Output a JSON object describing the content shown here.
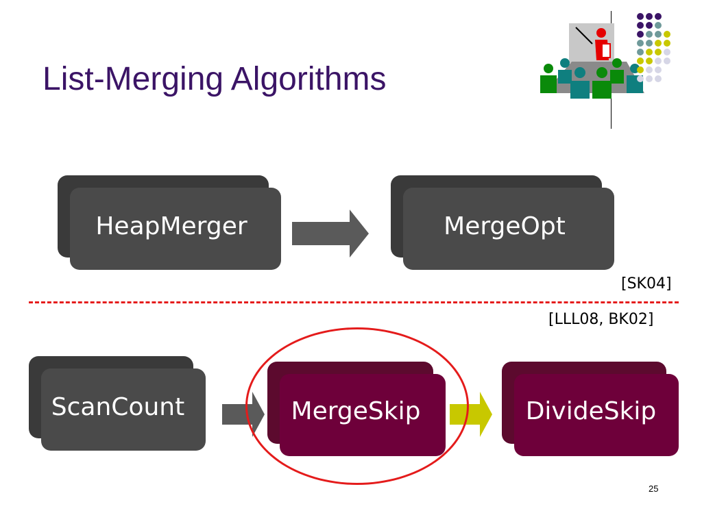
{
  "slide": {
    "title": "List-Merging Algorithms",
    "page_number": "25"
  },
  "boxes": {
    "heapmerger": "HeapMerger",
    "mergeopt": "MergeOpt",
    "scancount": "ScanCount",
    "mergeskip": "MergeSkip",
    "divideskip": "DivideSkip"
  },
  "citations": {
    "top": "[SK04]",
    "bottom": "[LLL08, BK02]"
  },
  "colors": {
    "title": "#3b1466",
    "dark_box": "#4a4a4a",
    "wine_box": "#6e003a",
    "dashed_line": "#e51c1c",
    "highlight_ellipse": "#e41b1b",
    "gray_arrow": "#5a5a5a",
    "yellow_arrow": "#c8c800"
  },
  "icons": {
    "clipart": "presentation-meeting-icon",
    "dots": "decorative-dot-grid"
  }
}
